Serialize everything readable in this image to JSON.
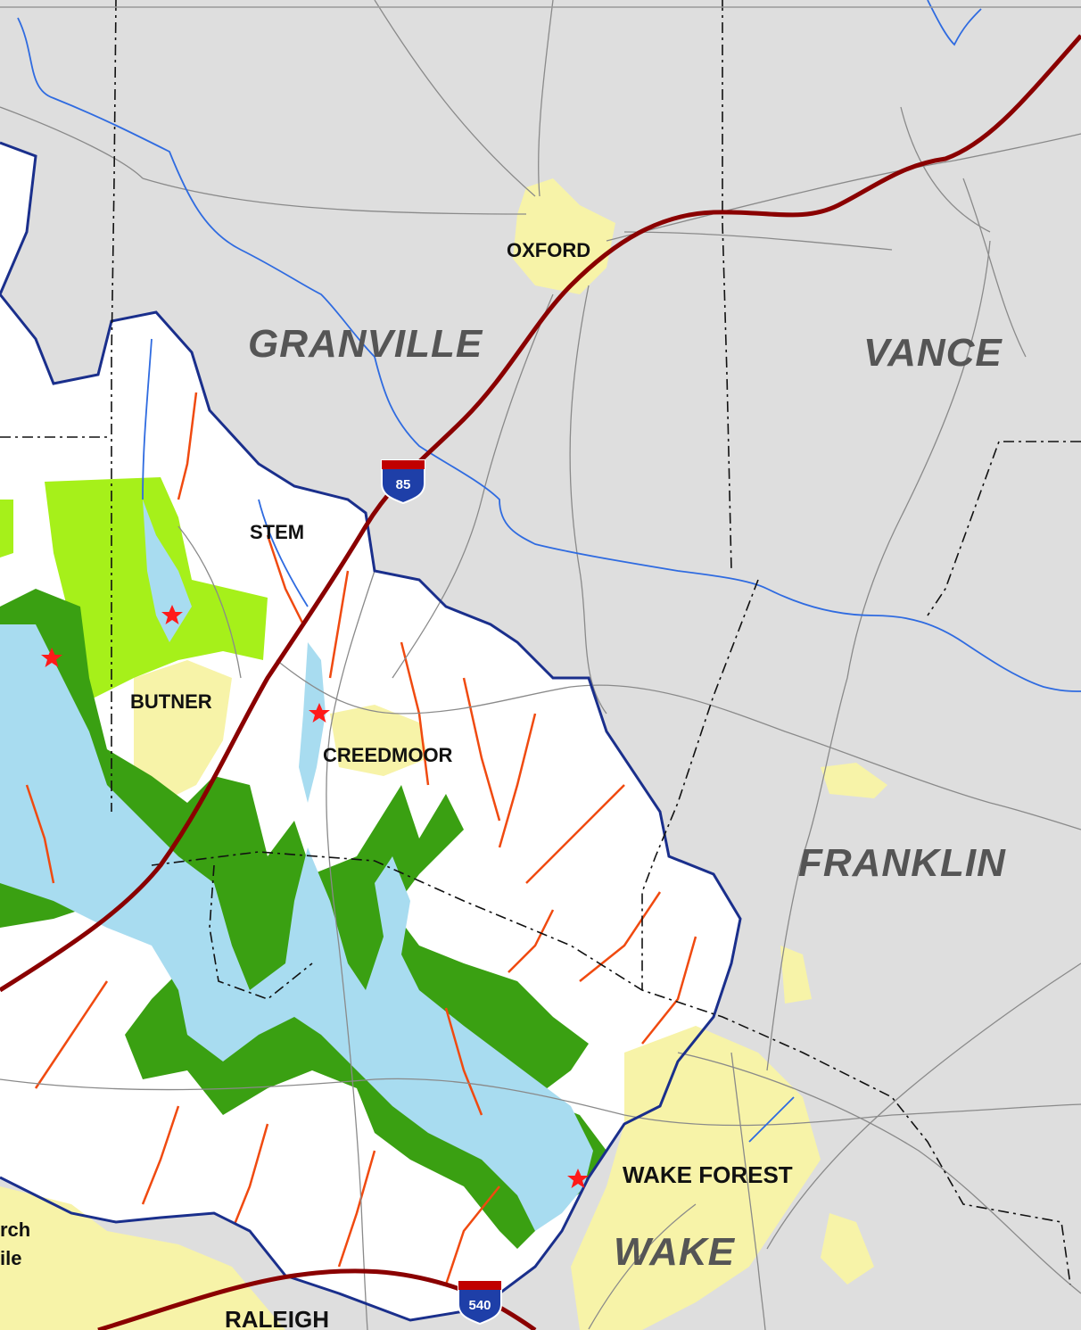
{
  "map": {
    "colors": {
      "outside_basin": "#dedede",
      "basin": "#ffffff",
      "lake": "#a8dcf0",
      "forest_buffer": "#3aa012",
      "gameland": "#a6f01a",
      "urban": "#f7f3a8",
      "stream_buffer": "#f04a10",
      "river": "#2f6be0",
      "basin_boundary": "#1a2f8c",
      "road": "#8a8a8a",
      "interstate": "#8a0000",
      "county_line": "#111111",
      "intake": "#ff1a1a"
    },
    "counties": [
      {
        "id": "granville",
        "label": "GRANVILLE"
      },
      {
        "id": "vance",
        "label": "VANCE"
      },
      {
        "id": "franklin",
        "label": "FRANKLIN"
      },
      {
        "id": "wake",
        "label": "WAKE"
      }
    ],
    "towns": [
      {
        "id": "oxford",
        "label": "OXFORD"
      },
      {
        "id": "stem",
        "label": "STEM"
      },
      {
        "id": "butner",
        "label": "BUTNER"
      },
      {
        "id": "creedmoor",
        "label": "CREEDMOOR"
      },
      {
        "id": "wake-forest",
        "label": "WAKE FOREST"
      },
      {
        "id": "raleigh",
        "label": "RALEIGH"
      },
      {
        "id": "edge-1",
        "label": "rch"
      },
      {
        "id": "edge-2",
        "label": "ile"
      }
    ],
    "shields": [
      {
        "id": "i85",
        "number": "85",
        "icon": "interstate-shield-icon"
      },
      {
        "id": "i540",
        "number": "540",
        "icon": "interstate-shield-icon"
      }
    ]
  }
}
